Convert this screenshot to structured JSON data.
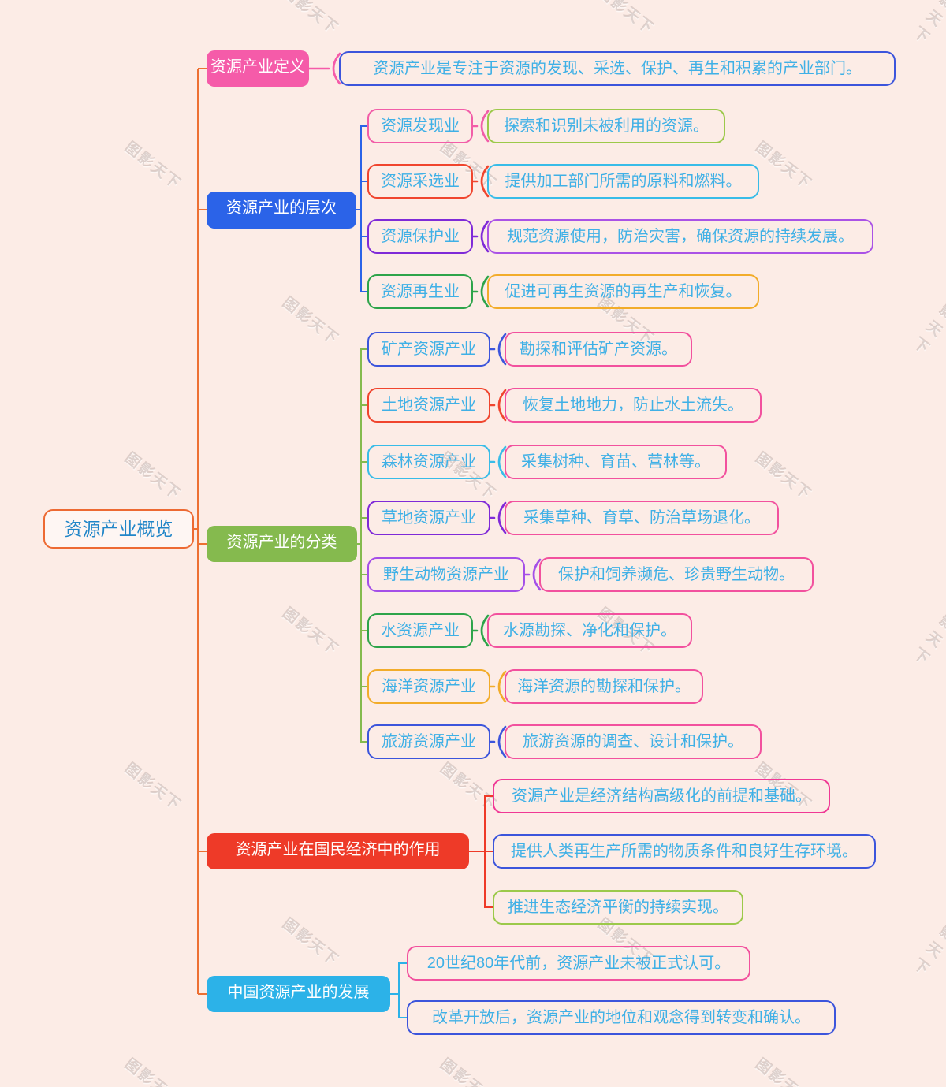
{
  "page": {
    "background_color": "#fcece6",
    "watermark_text": "图影天下",
    "text_color": "#3fb0e6",
    "trunk_color": "#ed7033"
  },
  "root": {
    "label": "资源产业概览",
    "border_color": "#ed6a33",
    "text_color": "#2186c8"
  },
  "branches": [
    {
      "label": "资源产业定义",
      "fill": "#f55ba9",
      "children": [
        {
          "desc": "资源产业是专注于资源的发现、采选、保护、再生和积累的产业部门。",
          "desc_border": "#3c55dc"
        }
      ]
    },
    {
      "label": "资源产业的层次",
      "fill": "#2b63e8",
      "children": [
        {
          "label": "资源发现业",
          "label_border": "#f25da8",
          "desc": "探索和识别未被利用的资源。",
          "desc_border": "#9cc94a"
        },
        {
          "label": "资源采选业",
          "label_border": "#f0452e",
          "desc": "提供加工部门所需的原料和燃料。",
          "desc_border": "#38bce8"
        },
        {
          "label": "资源保护业",
          "label_border": "#7f2ad8",
          "desc": "规范资源使用，防治灾害，确保资源的持续发展。",
          "desc_border": "#aa52e6"
        },
        {
          "label": "资源再生业",
          "label_border": "#2da44a",
          "desc": "促进可再生资源的再生产和恢复。",
          "desc_border": "#f2ac2a"
        }
      ]
    },
    {
      "label": "资源产业的分类",
      "fill": "#85ba4e",
      "children": [
        {
          "label": "矿产资源产业",
          "label_border": "#3c55dc",
          "desc": "勘探和评估矿产资源。",
          "desc_border": "#f2519e"
        },
        {
          "label": "土地资源产业",
          "label_border": "#f0452e",
          "desc": "恢复土地地力，防止水土流失。",
          "desc_border": "#f2519e"
        },
        {
          "label": "森林资源产业",
          "label_border": "#38bce8",
          "desc": "采集树种、育苗、营林等。",
          "desc_border": "#f2519e"
        },
        {
          "label": "草地资源产业",
          "label_border": "#7f2ad8",
          "desc": "采集草种、育草、防治草场退化。",
          "desc_border": "#f2519e"
        },
        {
          "label": "野生动物资源产业",
          "label_border": "#a44fe8",
          "desc": "保护和饲养濒危、珍贵野生动物。",
          "desc_border": "#f2519e"
        },
        {
          "label": "水资源产业",
          "label_border": "#2da44a",
          "desc": "水源勘探、净化和保护。",
          "desc_border": "#f2519e"
        },
        {
          "label": "海洋资源产业",
          "label_border": "#f2ac2a",
          "desc": "海洋资源的勘探和保护。",
          "desc_border": "#f2519e"
        },
        {
          "label": "旅游资源产业",
          "label_border": "#3c55dc",
          "desc": "旅游资源的调查、设计和保护。",
          "desc_border": "#f2519e"
        }
      ]
    },
    {
      "label": "资源产业在国民经济中的作用",
      "fill": "#ee3a28",
      "children": [
        {
          "desc": "资源产业是经济结构高级化的前提和基础。",
          "desc_border": "#f03895"
        },
        {
          "desc": "提供人类再生产所需的物质条件和良好生存环境。",
          "desc_border": "#3c55dc"
        },
        {
          "desc": "推进生态经济平衡的持续实现。",
          "desc_border": "#9cc94a"
        }
      ]
    },
    {
      "label": "中国资源产业的发展",
      "fill": "#2cb2e8",
      "children": [
        {
          "desc": "20世纪80年代前，资源产业未被正式认可。",
          "desc_border": "#f2519e"
        },
        {
          "desc": "改革开放后，资源产业的地位和观念得到转变和确认。",
          "desc_border": "#3c55dc"
        }
      ]
    }
  ]
}
